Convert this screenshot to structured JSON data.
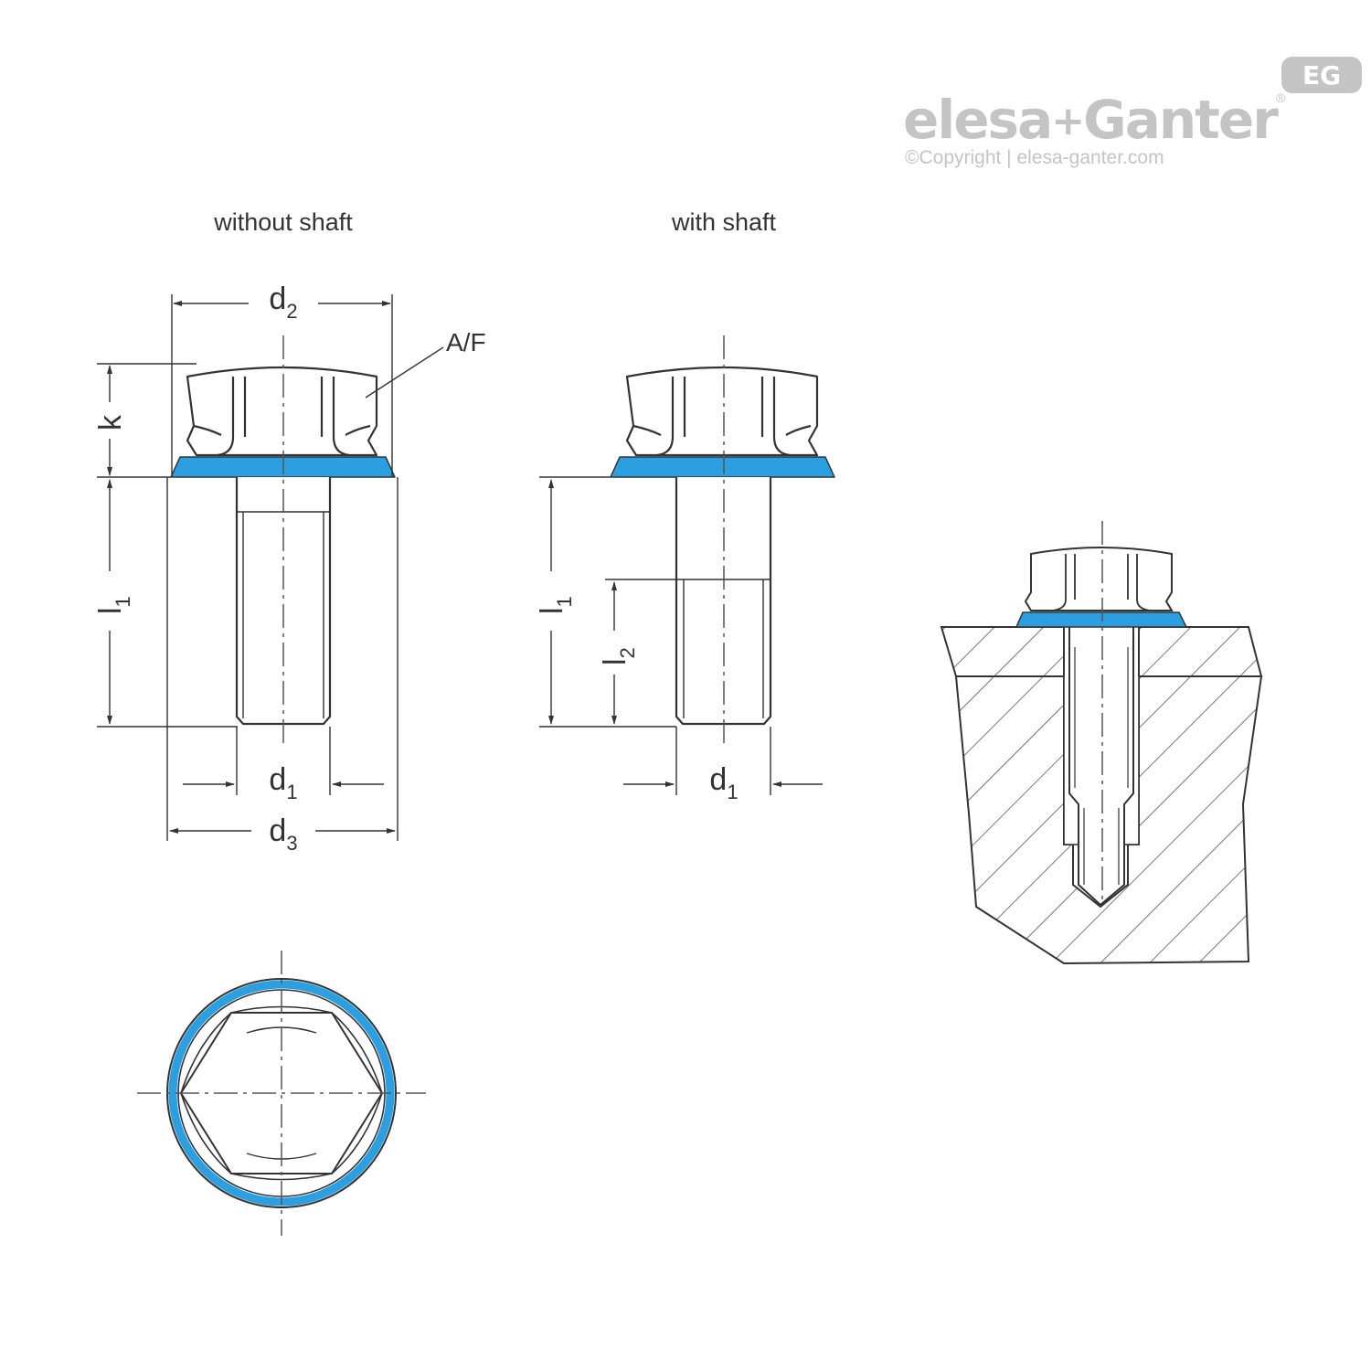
{
  "brand": {
    "badge": "EG",
    "name_part1": "elesa",
    "name_plus": "+",
    "name_part2": "Ganter",
    "registered": "®",
    "copyright": "©Copyright | elesa-ganter.com"
  },
  "views": {
    "without_shaft": "without shaft",
    "with_shaft": "with shaft"
  },
  "labels": {
    "d2": {
      "base": "d",
      "sub": "2"
    },
    "af": "A/F",
    "k": "k",
    "l1_left": {
      "base": "l",
      "sub": "1"
    },
    "d1_left": {
      "base": "d",
      "sub": "1"
    },
    "d3": {
      "base": "d",
      "sub": "3"
    },
    "l1_mid": {
      "base": "l",
      "sub": "1"
    },
    "l2": {
      "base": "l",
      "sub": "2"
    },
    "d1_mid": {
      "base": "d",
      "sub": "1"
    }
  },
  "colors": {
    "line": "#333333",
    "accent": "#2b9fe0",
    "logo_gray": "#c4c4c4",
    "center_line": "#555555"
  }
}
